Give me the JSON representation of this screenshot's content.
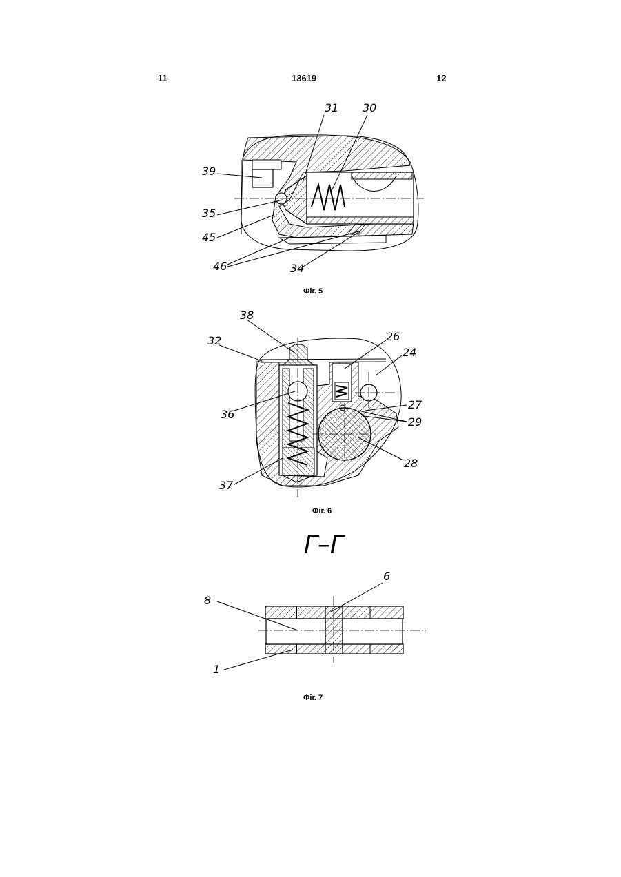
{
  "header": {
    "page_left": "11",
    "patent_number": "13619",
    "page_right": "12"
  },
  "figures": [
    {
      "caption": "Фіг. 5",
      "labels": [
        "31",
        "30",
        "39",
        "35",
        "45",
        "46",
        "34"
      ]
    },
    {
      "caption": "Фіг. 6",
      "labels": [
        "38",
        "26",
        "32",
        "24",
        "36",
        "27",
        "29",
        "28",
        "37"
      ]
    },
    {
      "caption": "Фіг. 7",
      "section_title": "Г–Г",
      "labels": [
        "6",
        "8",
        "1"
      ]
    }
  ]
}
